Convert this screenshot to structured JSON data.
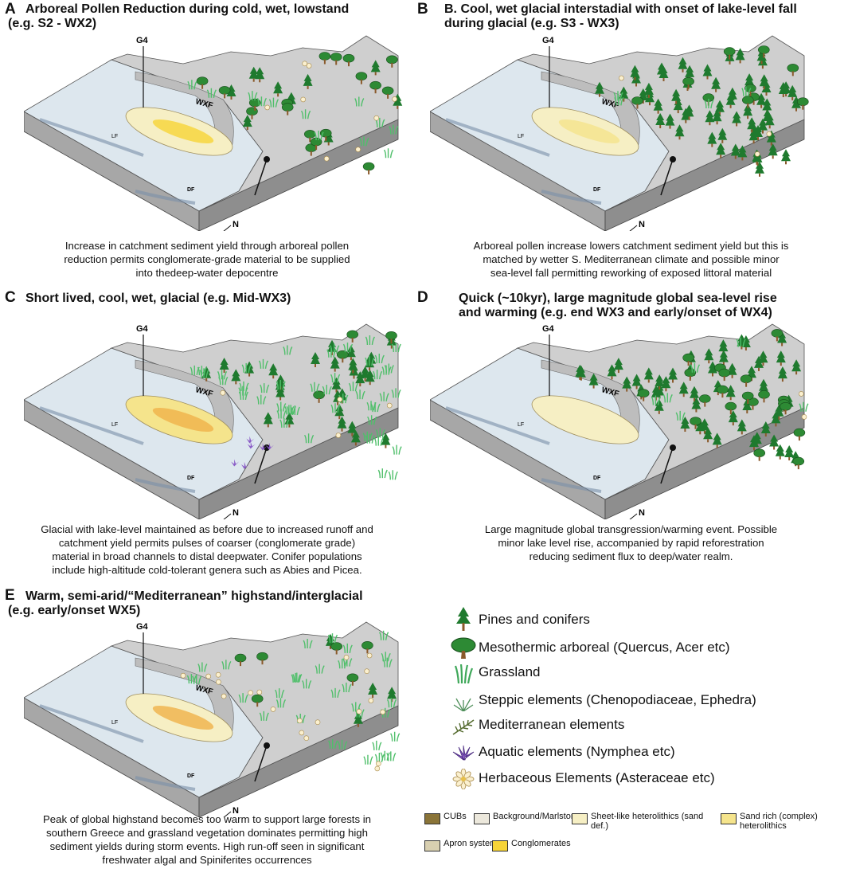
{
  "panels": [
    {
      "label": "A",
      "title_lines": [
        "Arboreal Pollen Reduction during cold, wet, lowstand",
        "(e.g. S2 - WX2)"
      ],
      "caption_lines": [
        "Increase in catchment sediment yield through arboreal pollen",
        "reduction permits conglomerate-grade material to be supplied",
        "into thedeep-water depocentre"
      ]
    },
    {
      "label": "B",
      "title_lines": [
        "B. Cool, wet glacial interstadial with onset of lake-level fall",
        "during glacial (e.g. S3 -  WX3)"
      ],
      "caption_lines": [
        "Arboreal pollen increase lowers catchment sediment yield but this is",
        "matched by wetter S. Mediterranean climate and possible minor",
        "sea-level fall permitting reworking of exposed littoral material"
      ]
    },
    {
      "label": "C",
      "title_lines": [
        "Short lived, cool, wet, glacial (e.g. Mid-WX3)"
      ],
      "caption_lines": [
        "Glacial with lake-level maintained as before due to increased runoff and",
        "catchment yield permits pulses of coarser (conglomerate grade)",
        "material in broad channels to distal deepwater. Conifer populations",
        "include high-altitude cold-tolerant genera such as Abies and Picea."
      ]
    },
    {
      "label": "D",
      "title_lines": [
        "Quick (~10kyr), large magnitude global sea-level rise",
        "and warming (e.g. end WX3 and early/onset of WX4)"
      ],
      "caption_lines": [
        "Large magnitude global transgression/warming event. Possible",
        "minor lake level rise, accompanied by rapid reforestration",
        "reducing sediment flux to deep/water realm."
      ]
    },
    {
      "label": "E",
      "title_lines": [
        "Warm, semi-arid/“Mediterranean” highstand/interglacial",
        "(e.g. early/onset WX5)"
      ],
      "caption_lines": [
        "Peak of global highstand becomes too warm to support large forests in",
        "southern Greece and grassland vegetation dominates permitting high",
        "sediment yields during storm events. High run-off seen in significant",
        "freshwater algal and Spiniferites occurrences"
      ]
    }
  ],
  "diagram_labels": {
    "well": "G4",
    "fault_wxf": "WXF",
    "lf": "LF",
    "df": "DF",
    "north": "N"
  },
  "legend_vegetation": [
    {
      "icon": "conifer-icon",
      "label": "Pines and conifers"
    },
    {
      "icon": "broadleaf-tree-icon",
      "label": "Mesothermic arboreal (Quercus, Acer etc)"
    },
    {
      "icon": "grass-icon",
      "label": "Grassland"
    },
    {
      "icon": "steppic-plant-icon",
      "label": "Steppic elements (Chenopodiaceae, Ephedra)"
    },
    {
      "icon": "mediterranean-plant-icon",
      "label": "Mediterranean elements"
    },
    {
      "icon": "water-lily-icon",
      "label": "Aquatic elements (Nymphea etc)"
    },
    {
      "icon": "herb-flower-icon",
      "label": "Herbaceous Elements (Asteraceae etc)"
    }
  ],
  "legend_facies": [
    {
      "label": "CUBs",
      "color": "#8a7438"
    },
    {
      "label": "Background/Marlstones",
      "color": "#ece8dc"
    },
    {
      "label": "Sheet-like heterolithics (sand def.)",
      "color": "#f6efc4"
    },
    {
      "label": "Sand rich (complex) heterolithics",
      "color": "#f5e48c"
    },
    {
      "label": "Apron system",
      "color": "#d8cfb0"
    },
    {
      "label": "Conglomerates",
      "color": "#f7d437"
    }
  ],
  "colors": {
    "lake": "#dde7ee",
    "block_side": "#bcbcbc",
    "block_front": "#9b9b9b",
    "land": "#d4d4d4",
    "conifer": "#1f7a2e",
    "trunk": "#8a5a2b"
  }
}
